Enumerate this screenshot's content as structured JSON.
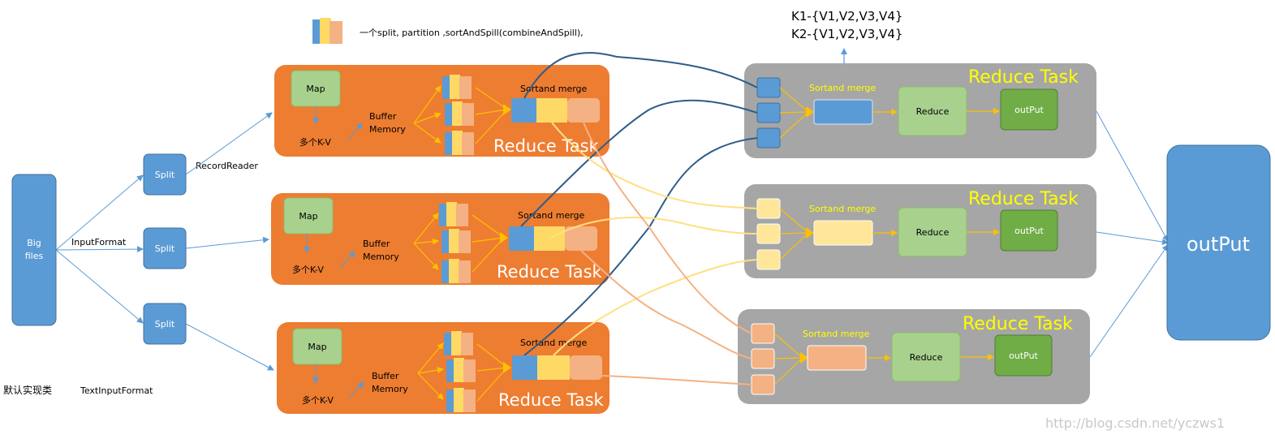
{
  "legend": {
    "text": "一个split, partition ,sortAndSpill(combineAndSpill),"
  },
  "header": {
    "k1": "K1-{V1,V2,V3,V4}",
    "k2": "K2-{V1,V2,V3,V4}"
  },
  "input": {
    "big_files_line1": "Big",
    "big_files_line2": "files",
    "input_format": "InputFormat",
    "record_reader": "RecordReader",
    "split": "Split"
  },
  "footer": {
    "default_impl": "默认实现类",
    "text_input_format": "TextInputFormat"
  },
  "map_task": {
    "map": "Map",
    "kv": "多个K-V",
    "buffer_line1": "Buffer",
    "buffer_line2": "Memory",
    "sort_merge": "Sortand merge",
    "title": "Reduce Task"
  },
  "reduce_task": {
    "title": "Reduce Task",
    "sort_merge": "Sortand merge",
    "reduce": "Reduce",
    "output": "outPut"
  },
  "final_output": "outPut",
  "watermark": "http://blog.csdn.net/yczws1",
  "colors": {
    "blue": "#5b9bd5",
    "blue_dark": "#41719c",
    "orange_panel": "#ed7d31",
    "gray_panel": "#a6a6a6",
    "green_light": "#a9d18e",
    "green_dark": "#70ad47",
    "yellow": "#ffd966",
    "yellow_light": "#ffe699",
    "salmon": "#f4b183",
    "arrow_gold": "#ffc000",
    "reduce_title": "#ffff00",
    "link_blue": "#2e5c8a",
    "link_yellow": "#ffe080",
    "link_salmon": "#f4b183"
  }
}
